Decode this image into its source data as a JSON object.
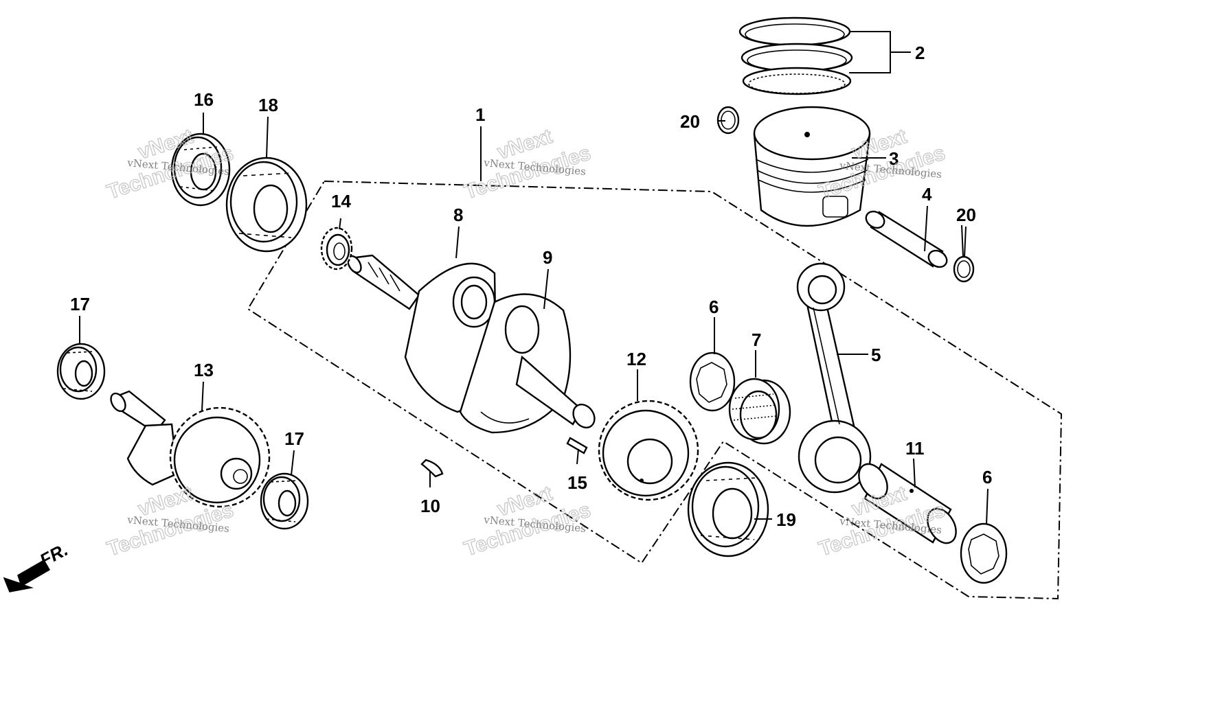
{
  "callouts": [
    {
      "id": "1",
      "text": "1"
    },
    {
      "id": "2",
      "text": "2"
    },
    {
      "id": "3",
      "text": "3"
    },
    {
      "id": "4",
      "text": "4"
    },
    {
      "id": "5",
      "text": "5"
    },
    {
      "id": "6a",
      "text": "6"
    },
    {
      "id": "6b",
      "text": "6"
    },
    {
      "id": "7",
      "text": "7"
    },
    {
      "id": "8",
      "text": "8"
    },
    {
      "id": "9",
      "text": "9"
    },
    {
      "id": "10",
      "text": "10"
    },
    {
      "id": "11",
      "text": "11"
    },
    {
      "id": "12",
      "text": "12"
    },
    {
      "id": "13",
      "text": "13"
    },
    {
      "id": "14",
      "text": "14"
    },
    {
      "id": "15",
      "text": "15"
    },
    {
      "id": "16",
      "text": "16"
    },
    {
      "id": "17a",
      "text": "17"
    },
    {
      "id": "17b",
      "text": "17"
    },
    {
      "id": "18",
      "text": "18"
    },
    {
      "id": "19",
      "text": "19"
    },
    {
      "id": "20a",
      "text": "20"
    },
    {
      "id": "20b",
      "text": "20"
    }
  ],
  "direction_label": "FR.",
  "watermark": {
    "brand": "vNext",
    "word": "Technologies",
    "full": "vNext Technologies"
  }
}
